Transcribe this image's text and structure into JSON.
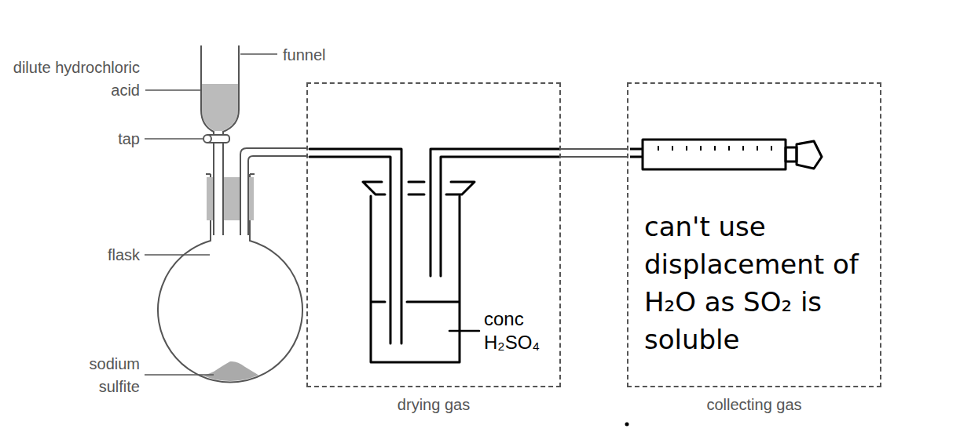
{
  "diagram": {
    "nodes": [
      {
        "text": [
          "drying gas"
        ]
      },
      {
        "text": [
          "collecting gas",
          "can't use displacement of H₂O as SO₂ is soluble"
        ]
      }
    ],
    "edges": [
      {
        "from": 0,
        "to": 1,
        "arrow": "none"
      }
    ],
    "labels": [
      "dilute hydrochloric acid",
      "funnel",
      "tap",
      "flask",
      "sodium sulfite",
      "conc H₂SO₄"
    ]
  }
}
